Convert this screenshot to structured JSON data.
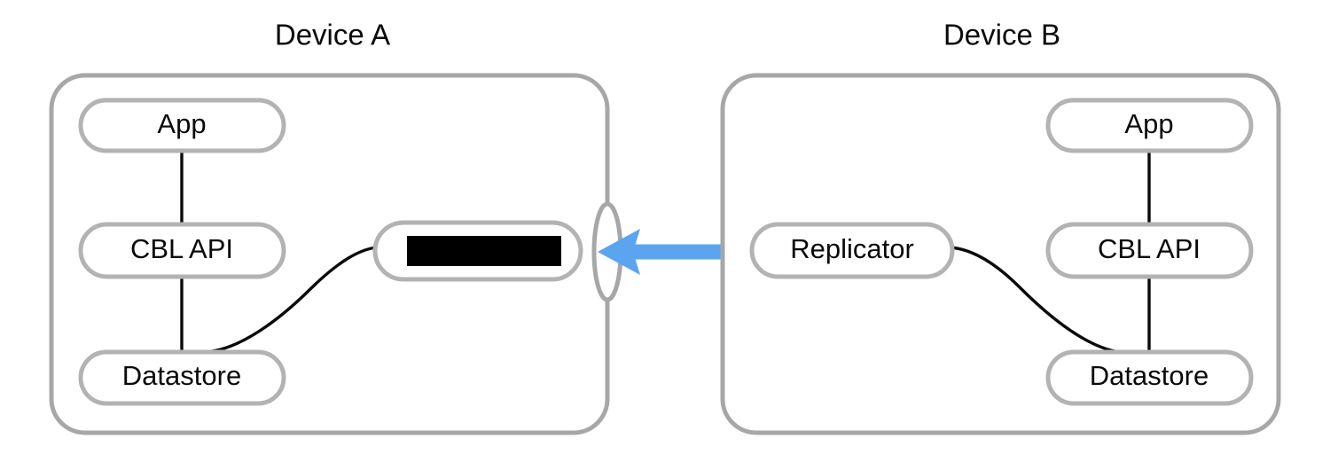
{
  "diagram": {
    "title_a": "Device A",
    "title_b": "Device B",
    "colors": {
      "container_stroke": "#a6a8a7",
      "node_stroke": "#b2b4b3",
      "link_stroke": "#0a0a0a",
      "arrow": "#5ba4f0",
      "redaction": "#000000",
      "background": "#ffffff",
      "text": "#0a0a0a"
    },
    "device_a": {
      "name": "Device A",
      "nodes": {
        "app": "App",
        "cbl_api": "CBL API",
        "datastore": "Datastore",
        "redacted": ""
      },
      "redacted_node": {
        "label": "",
        "is_redacted": true
      }
    },
    "device_b": {
      "name": "Device B",
      "nodes": {
        "app": "App",
        "cbl_api": "CBL API",
        "datastore": "Datastore",
        "replicator": "Replicator"
      }
    },
    "connector": {
      "direction": "right-to-left",
      "from": "Replicator",
      "to": "Device A port"
    }
  }
}
